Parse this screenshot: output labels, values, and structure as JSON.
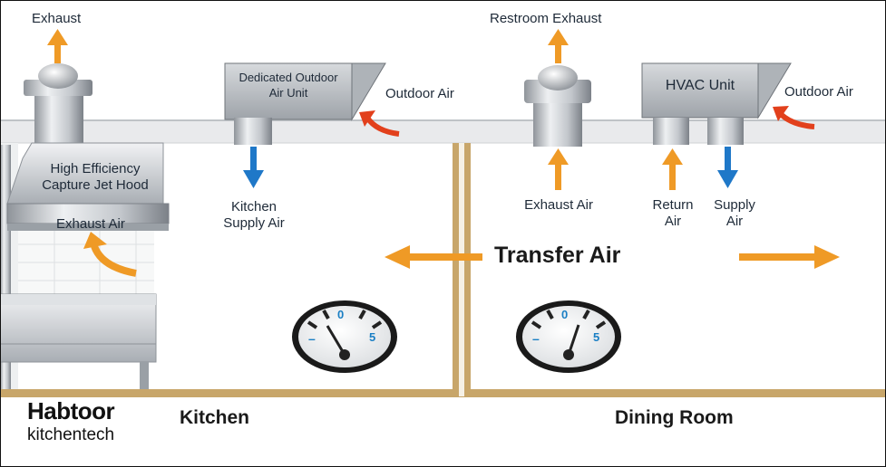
{
  "labels": {
    "exhaust_left": "Exhaust",
    "restroom_exhaust": "Restroom Exhaust",
    "doas_line1": "Dedicated Outdoor",
    "doas_line2": "Air Unit",
    "outdoor_air_left": "Outdoor Air",
    "hvac_unit": "HVAC Unit",
    "outdoor_air_right": "Outdoor Air",
    "hood_line1": "High Efficiency",
    "hood_line2": "Capture Jet Hood",
    "hood_exhaust_air": "Exhaust Air",
    "kitchen_supply_line1": "Kitchen",
    "kitchen_supply_line2": "Supply Air",
    "exhaust_air": "Exhaust Air",
    "return_line1": "Return",
    "return_line2": "Air",
    "supply_line1": "Supply",
    "supply_line2": "Air",
    "transfer_air": "Transfer Air",
    "kitchen": "Kitchen",
    "dining_room": "Dining Room"
  },
  "gauges": {
    "zero": "0",
    "five": "5",
    "minus": "–"
  },
  "brand": {
    "line1": "Habtoor",
    "line2": "kitchentech"
  },
  "colors": {
    "orange_arrow": "#ef9a26",
    "blue_arrow": "#1f78c8",
    "red_arrow": "#e2401c",
    "wall": "#c8a66a",
    "gauge_blue": "#1a7fc4"
  }
}
